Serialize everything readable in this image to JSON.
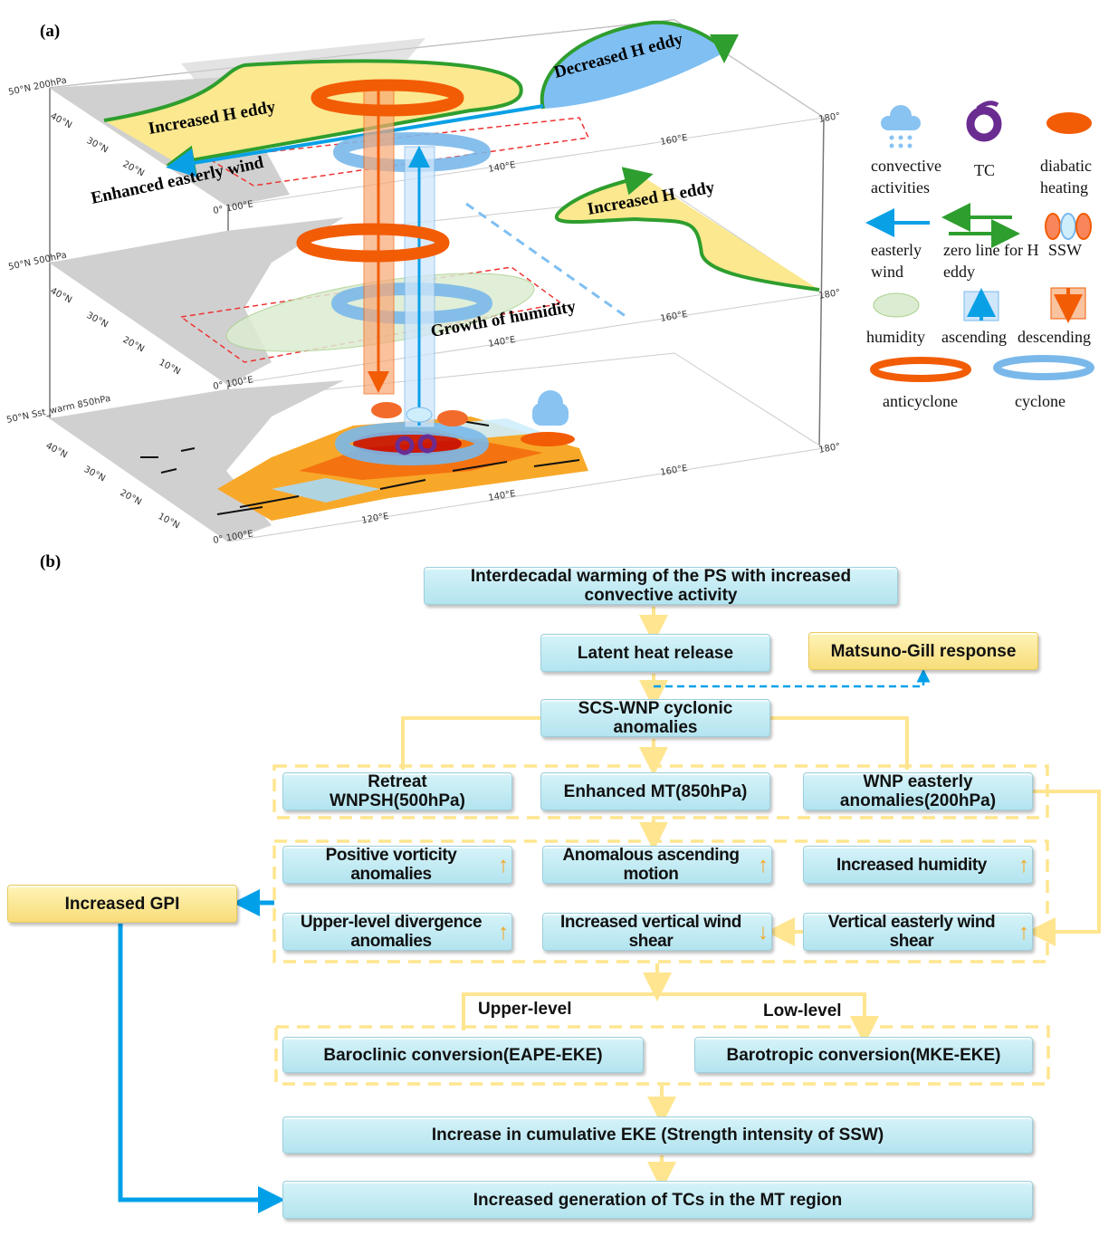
{
  "panel_a": {
    "label": "(a)",
    "levels": {
      "top": "50°N 200hPa",
      "mid": "50°N 500hPa",
      "bottom": "50°N Sst_warm 850hPa"
    },
    "lat_ticks": [
      "40°N",
      "30°N",
      "20°N",
      "10°N"
    ],
    "corner_tick": "0° 100°E",
    "lon_ticks": [
      "120°E",
      "140°E",
      "160°E",
      "180°"
    ],
    "annotations": {
      "increased_h_eddy_top": "Increased H eddy",
      "decreased_h_eddy": "Decreased H eddy",
      "enhanced_easterly": "Enhanced easterly wind",
      "increased_h_eddy_mid": "Increased H eddy",
      "growth_humidity": "Growth of humidity"
    },
    "colors": {
      "h_eddy_fill": "#fbe88f",
      "zero_line": "#2e9e2e",
      "decreased_fill": "#7fbff2",
      "easterly": "#0aa0e6",
      "anticyclone": "#f25c05",
      "cyclone": "#7ab8ea",
      "humidity": "#dcecd2",
      "tc": "#6a2c91"
    },
    "legend": [
      {
        "icon": "cloud-rain-icon",
        "label": "convective activities"
      },
      {
        "icon": "tc-icon",
        "label": "TC"
      },
      {
        "icon": "ellipse-icon",
        "label": "diabatic heating"
      },
      {
        "icon": "arrow-left-icon",
        "label": "easterly wind"
      },
      {
        "icon": "double-arrow-icon",
        "label": "zero line for H eddy"
      },
      {
        "icon": "ssw-icon",
        "label": "SSW"
      },
      {
        "icon": "humidity-ellipse-icon",
        "label": "humidity"
      },
      {
        "icon": "cylinder-up-icon",
        "label": "ascending"
      },
      {
        "icon": "cylinder-down-icon",
        "label": "descending"
      },
      {
        "icon": "anticyclone-ring-icon",
        "label": "anticyclone"
      },
      {
        "icon": "cyclone-ring-icon",
        "label": "cyclone"
      }
    ]
  },
  "panel_b": {
    "label": "(b)",
    "boxes": {
      "warming": "Interdecadal warming of the PS with increased convective activity",
      "latent": "Latent heat release",
      "matsuno": "Matsuno-Gill response",
      "scs": "SCS-WNP cyclonic anomalies",
      "retreat": "Retreat WNPSH(500hPa)",
      "mt": "Enhanced MT(850hPa)",
      "wnp": "WNP easterly anomalies(200hPa)",
      "vorticity": "Positive vorticity anomalies",
      "ascending": "Anomalous ascending motion",
      "humidity": "Increased humidity",
      "divergence": "Upper-level divergence anomalies",
      "shear": "Increased vertical wind shear",
      "easterly_shear": "Vertical easterly wind shear",
      "gpi": "Increased GPI",
      "baroclinic": "Baroclinic conversion(EAPE-EKE)",
      "barotropic": "Barotropic conversion(MKE-EKE)",
      "eke": "Increase in cumulative EKE (Strength intensity of SSW)",
      "tcs": "Increased generation of TCs in the MT region"
    },
    "branch_labels": {
      "upper": "Upper-level",
      "low": "Low-level"
    },
    "trend": {
      "vorticity": "up",
      "ascending": "up",
      "humidity": "up",
      "divergence": "up",
      "shear": "down",
      "easterly_shear": "up"
    },
    "trend_glyphs": {
      "up": "↑",
      "down": "↓"
    },
    "colors": {
      "box": "#c3ebf4",
      "highlight_box": "#f8e082",
      "connector": "#ffe58f",
      "blue_arrow": "#00a0e9",
      "trend_arrow": "#f7a51c"
    }
  }
}
